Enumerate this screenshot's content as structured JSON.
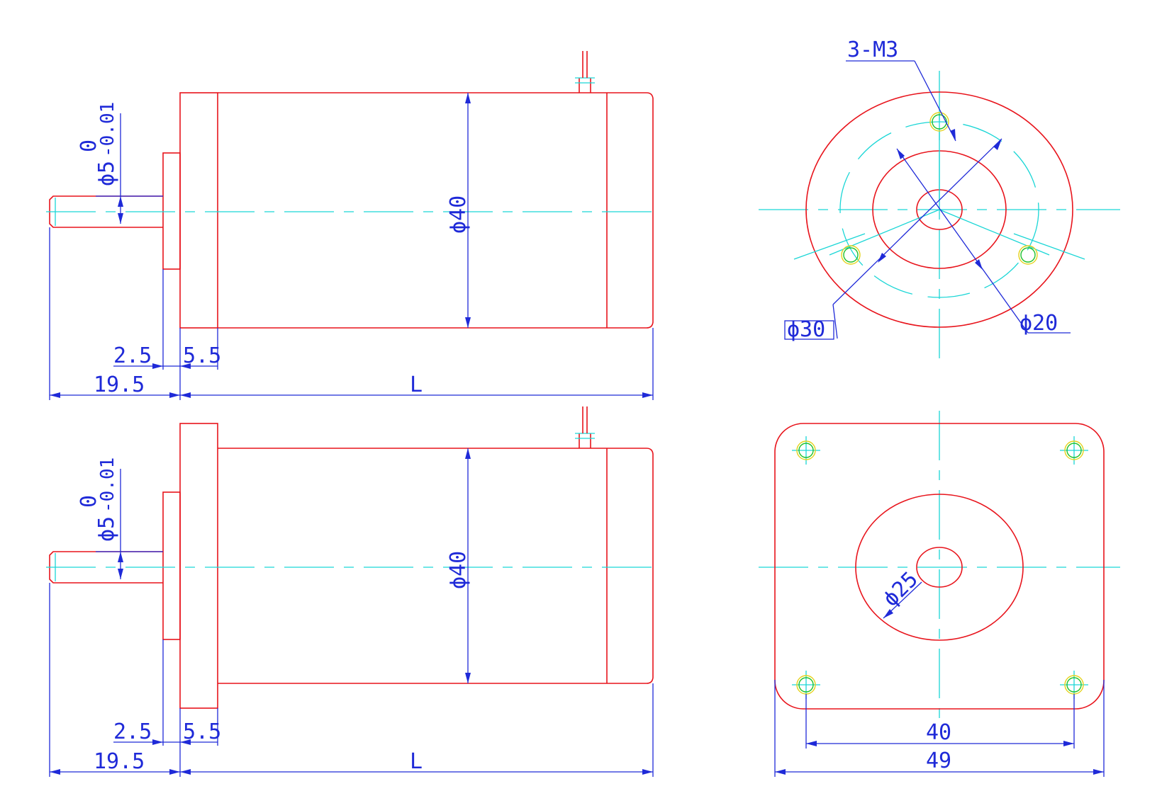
{
  "labels": {
    "shaft_tol_zero": "0",
    "shaft_diameter": "ϕ5",
    "shaft_tol_minus": "-0.01",
    "body_diameter": "ϕ40",
    "flange_thickness": "2.5",
    "boss_height": "5.5",
    "shaft_length": "19.5",
    "body_length": "L",
    "mount_thread": "3-M3",
    "bolt_circle": "ϕ30",
    "pilot_diameter": "ϕ20",
    "pilot_diameter_square": "ϕ25",
    "hole_spacing": "40",
    "flange_width": "49"
  },
  "colors": {
    "outline": "#e8141c",
    "centerline": "#1ad6d6",
    "dimension": "#1f2ad8",
    "hole_outer": "#e4d21a",
    "hole_inner": "#1fc12a"
  }
}
